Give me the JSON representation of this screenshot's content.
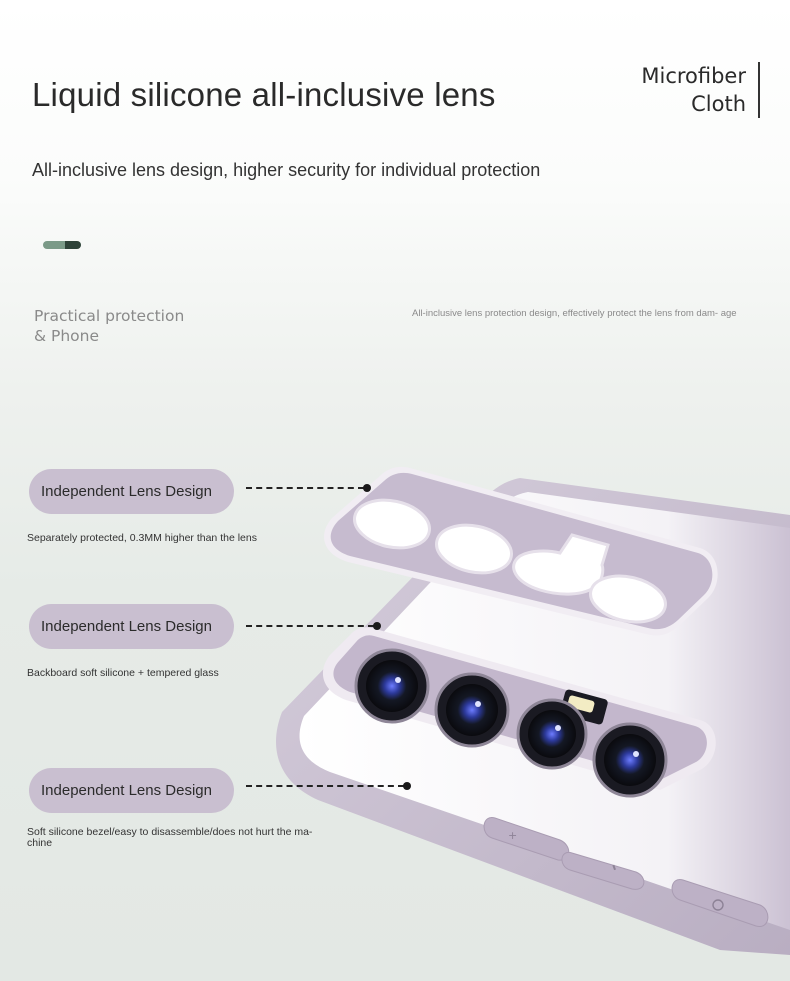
{
  "header": {
    "title": "Liquid silicone all-inclusive lens",
    "subtitle": "All-inclusive lens design, higher security for individual protection"
  },
  "brand": {
    "line1": "Microfiber",
    "line2": "Cloth"
  },
  "accent_colors": [
    "#7b9a88",
    "#2e4238"
  ],
  "side": {
    "line1": "Practical  protection",
    "line2": "& Phone"
  },
  "note": "All-inclusive lens protection design, effectively protect the lens from dam- age",
  "features": [
    {
      "label": "Independent Lens Design",
      "desc": "Separately protected, 0.3MM higher than the lens"
    },
    {
      "label": "Independent Lens Design",
      "desc": "Backboard soft silicone + tempered glass"
    },
    {
      "label": "Independent Lens Design",
      "desc": "Soft silicone bezel/easy to disassemble/does not hurt the ma- chine"
    }
  ],
  "colors": {
    "case": "#c9bfd0",
    "case_dark": "#a99cb2",
    "lens_glass": "#1a1a22",
    "lens_blue": "#3b46a8",
    "pill": "#c9bfd0"
  },
  "icons": [
    "plus-icon",
    "minus-icon",
    "power-icon"
  ]
}
